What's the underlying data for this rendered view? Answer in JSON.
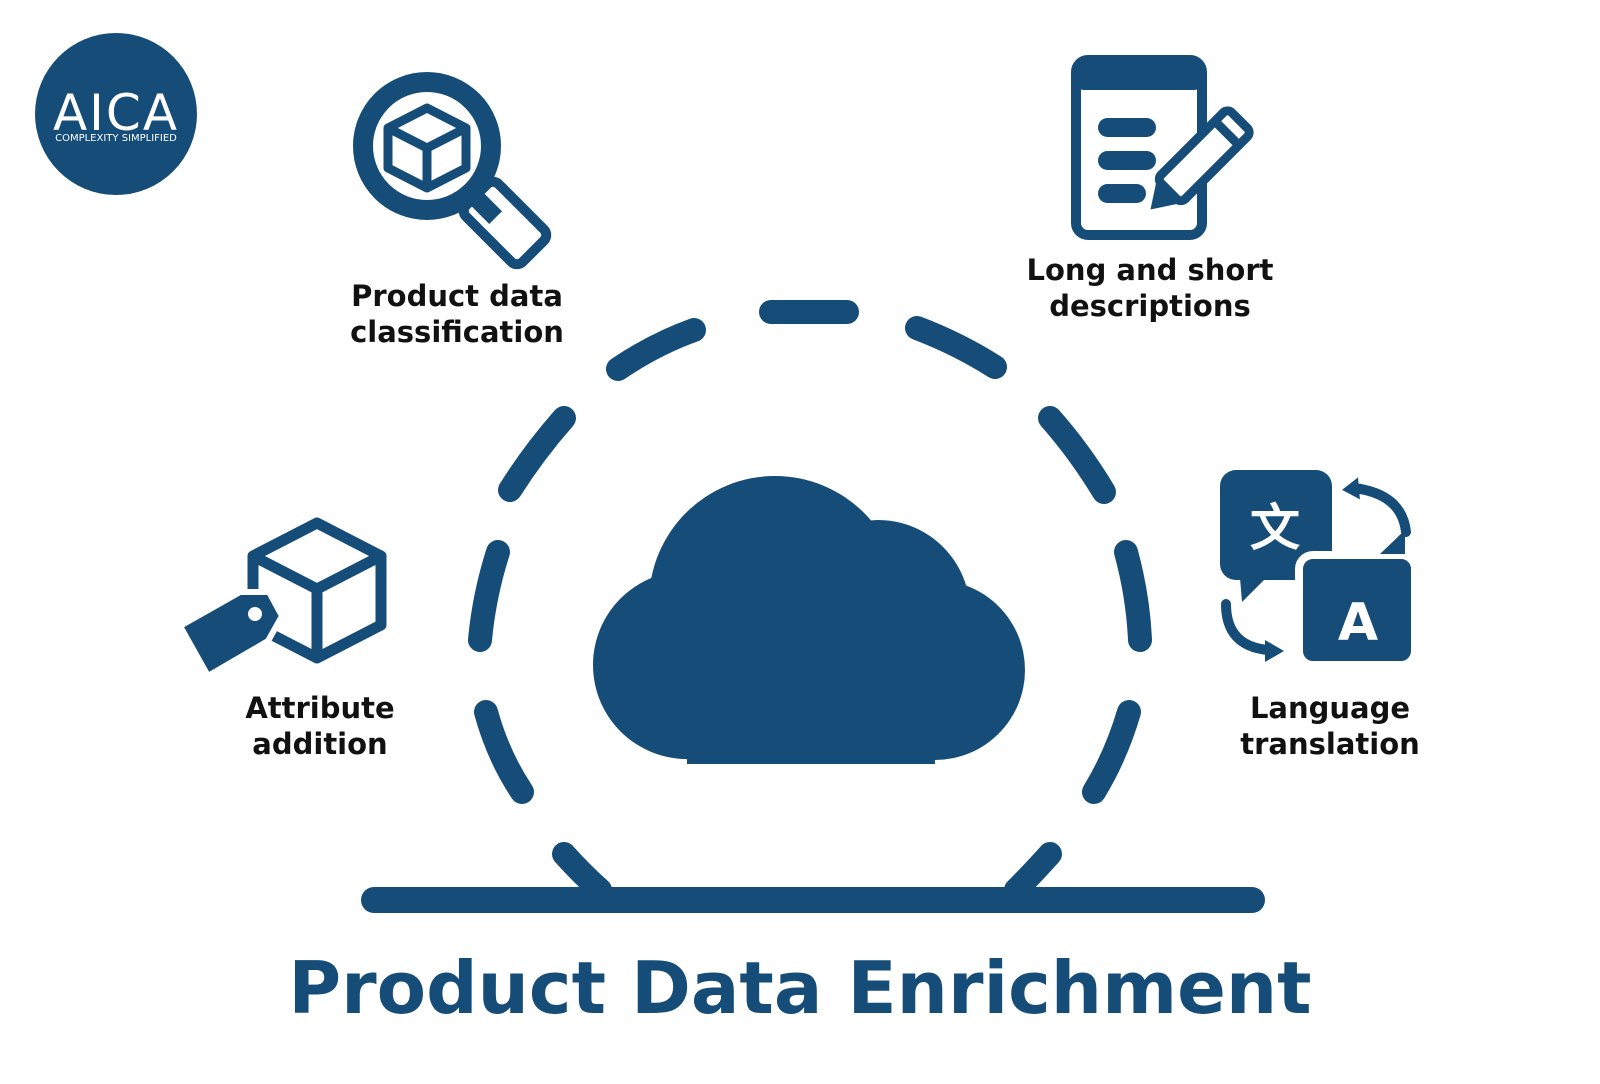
{
  "brand": {
    "logo_text": "AICA",
    "tagline": "COMPLEXITY SIMPLIFIED"
  },
  "features": [
    {
      "id": "classification",
      "line1": "Product data",
      "line2": "classification",
      "icon": "magnifier-box-icon"
    },
    {
      "id": "descriptions",
      "line1": "Long and short",
      "line2": "descriptions",
      "icon": "document-pencil-icon"
    },
    {
      "id": "attribute",
      "line1": "Attribute",
      "line2": "addition",
      "icon": "box-tag-icon"
    },
    {
      "id": "translation",
      "line1": "Language",
      "line2": "translation",
      "icon": "translate-icon"
    }
  ],
  "center": {
    "icon": "cloud-icon"
  },
  "title": "Product Data Enrichment",
  "translation_glyphs": {
    "source": "文",
    "target": "A"
  },
  "colors": {
    "primary": "#154d78",
    "text": "#111111",
    "background": "#ffffff"
  }
}
